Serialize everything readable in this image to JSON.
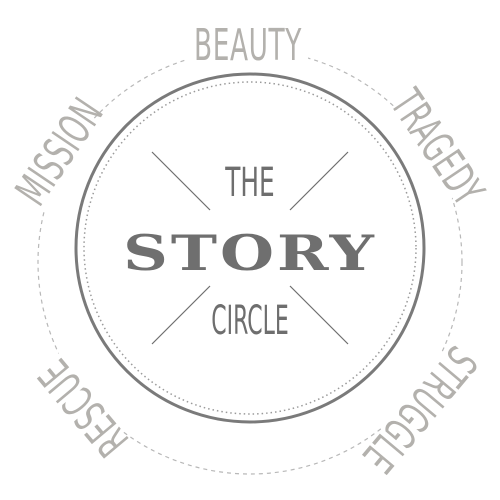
{
  "center": {
    "top_word": "THE",
    "main_word": "STORY",
    "bottom_word": "CIRCLE"
  },
  "outer_labels": [
    "BEAUTY",
    "TRAGEDY",
    "STRUGGLE",
    "RESCUE",
    "MISSION"
  ],
  "colors": {
    "outer_text": "#b3b1ad",
    "ring": "#7a7a7a",
    "inner_text": "#6e6e6e",
    "dashed_path": "#b8b8b8"
  }
}
